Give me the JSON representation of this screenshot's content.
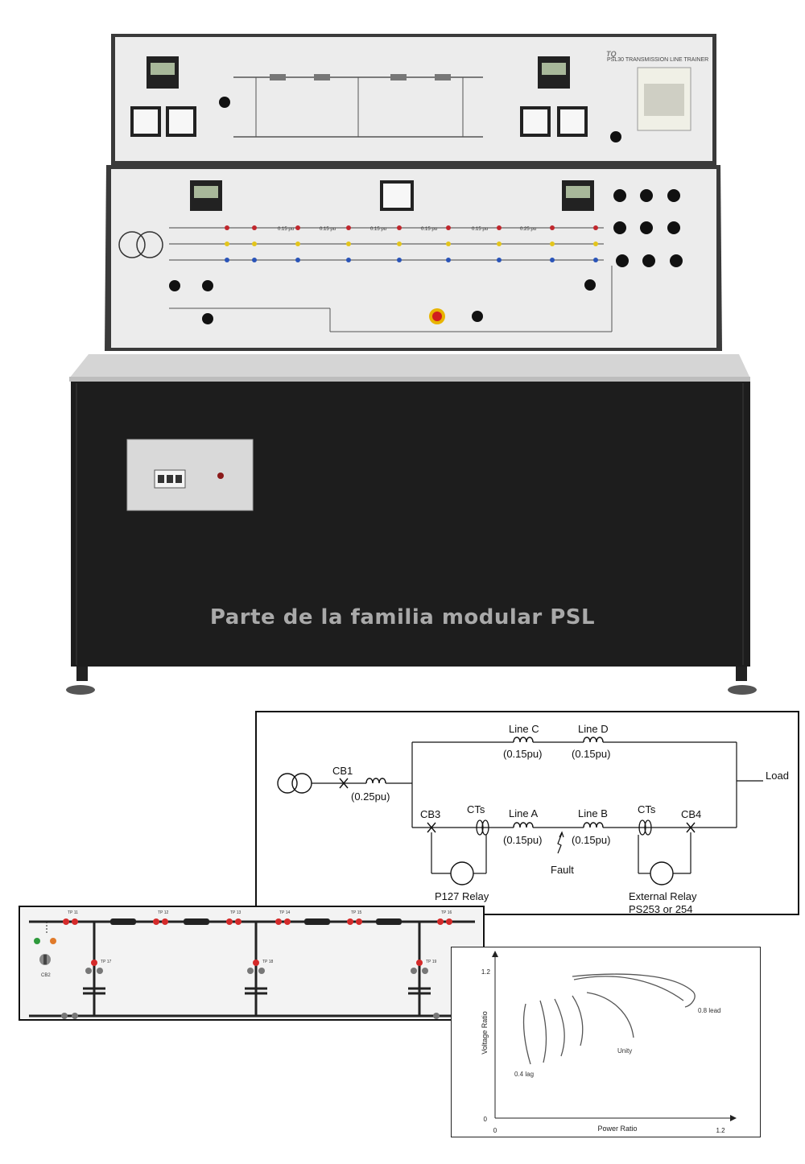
{
  "trainer": {
    "logo": "TQ",
    "model_title": "PSL30 TRANSMISSION LINE TRAINER",
    "line_sections": [
      "0.15 pu",
      "0.15 pu",
      "0.15 pu",
      "0.15 pu",
      "0.15 pu",
      "0.25 pu"
    ],
    "caption": "Parte de la familia modular PSL"
  },
  "single_line_diagram": {
    "cb1": "CB1",
    "cb1_impedance": "(0.25pu)",
    "line_c": "Line C",
    "line_c_impedance": "(0.15pu)",
    "line_d": "Line D",
    "line_d_impedance": "(0.15pu)",
    "load": "Load",
    "cb3": "CB3",
    "cts_left": "CTs",
    "line_a": "Line A",
    "line_a_impedance": "(0.15pu)",
    "line_b": "Line B",
    "line_b_impedance": "(0.15pu)",
    "cts_right": "CTs",
    "cb4": "CB4",
    "fault": "Fault",
    "p127_relay": "P127 Relay",
    "external_relay": "External Relay",
    "external_relay_model": "PS253 or 254"
  },
  "mimic_panel": {
    "test_points": [
      "TP 11",
      "TP 12",
      "TP 13",
      "TP 14",
      "TP 15",
      "TP 16",
      "TP 17",
      "TP 18",
      "TP 19"
    ],
    "cb_label": "CB2"
  },
  "chart_data": {
    "type": "line",
    "xlabel": "Power Ratio",
    "ylabel": "Voltage Ratio",
    "xlim": [
      0,
      1.2
    ],
    "ylim": [
      0,
      1.2
    ],
    "x_ticks": [
      "0",
      "1.2"
    ],
    "y_ticks": [
      "0",
      "1.2"
    ],
    "annotations": [
      "0.4 lag",
      "Unity",
      "0.8 lead"
    ],
    "colors": {
      "curve": "#555555",
      "axis": "#222222"
    }
  }
}
